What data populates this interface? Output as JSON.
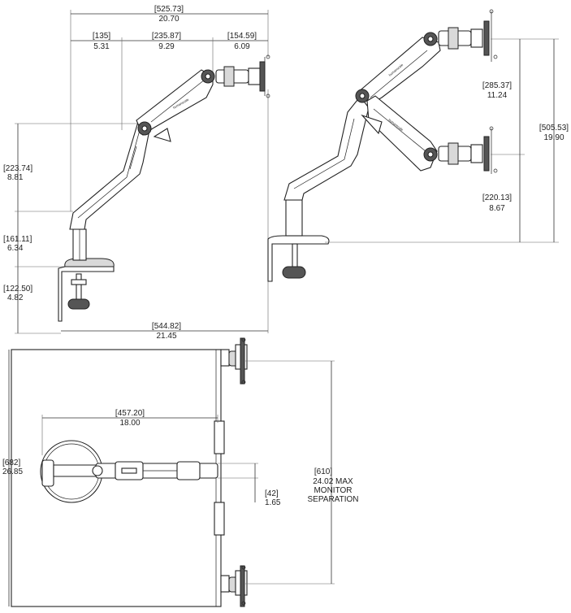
{
  "dims": {
    "overall_reach_top": {
      "mm": "[525.73]",
      "in": "20.70"
    },
    "post_offset": {
      "mm": "[135]",
      "in": "5.31"
    },
    "arm_segment": {
      "mm": "[235.87]",
      "in": "9.29"
    },
    "head_offset": {
      "mm": "[154.59]",
      "in": "6.09"
    },
    "arm_height": {
      "mm": "[223.74]",
      "in": "8.81"
    },
    "post_height": {
      "mm": "[161.11]",
      "in": "6.34"
    },
    "clamp_height": {
      "mm": "[122.50]",
      "in": "4.82"
    },
    "overall_reach_bottom": {
      "mm": "[544.82]",
      "in": "21.45"
    },
    "upper_travel": {
      "mm": "[285.37]",
      "in": "11.24"
    },
    "total_travel": {
      "mm": "[505.53]",
      "in": "19.90"
    },
    "lower_travel": {
      "mm": "[220.13]",
      "in": "8.67"
    },
    "top_view_reach": {
      "mm": "[457.20]",
      "in": "18.00"
    },
    "top_view_depth": {
      "mm": "[682]",
      "in": "26.85"
    },
    "arm_thickness": {
      "mm": "[42]",
      "in": "1.65"
    },
    "monitor_separation": {
      "mm": "[610]",
      "in": "24.02 MAX",
      "line3": "MONITOR",
      "line4": "SEPARATION"
    }
  },
  "brand_text": "humanscale"
}
